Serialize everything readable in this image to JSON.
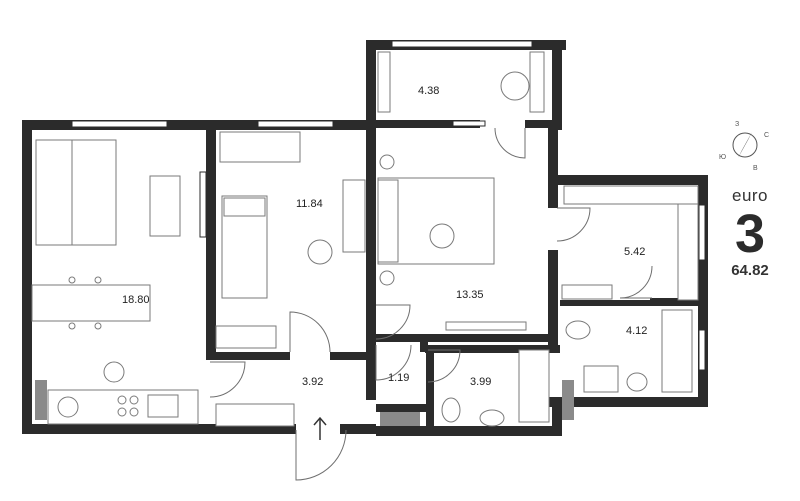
{
  "plan": {
    "rooms": [
      {
        "id": "living-kitchen",
        "area": "18.80"
      },
      {
        "id": "bedroom-1",
        "area": "11.84"
      },
      {
        "id": "bedroom-2",
        "area": "13.35"
      },
      {
        "id": "balcony",
        "area": "4.38"
      },
      {
        "id": "hall",
        "area": "3.92"
      },
      {
        "id": "corridor",
        "area": "1.19"
      },
      {
        "id": "bathroom",
        "area": "3.99"
      },
      {
        "id": "wardrobe",
        "area": "5.42"
      },
      {
        "id": "bathroom-2",
        "area": "4.12"
      }
    ],
    "compass": {
      "n": "З",
      "e": "С",
      "s": "В",
      "w": "Ю"
    }
  },
  "info": {
    "type": "euro",
    "rooms": "3",
    "total_area": "64.82"
  },
  "colors": {
    "wall": "#2b2b2b",
    "furniture": "#7a7a7a",
    "grey_block": "#8a8a8a"
  }
}
